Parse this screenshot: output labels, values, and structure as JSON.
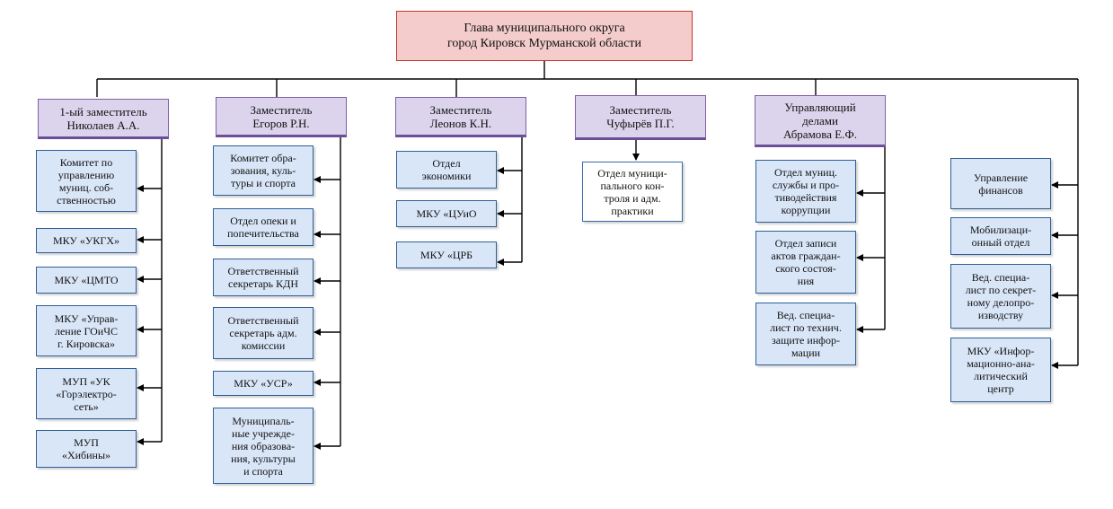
{
  "head": {
    "line1": "Глава муниципального округа",
    "line2": "город Кировск Мурманской области"
  },
  "deputies": [
    {
      "title": "1-ый заместитель\nНиколаев А.А.",
      "units": [
        "Комитет по\nуправлению\nмуниц. соб-\nственностью",
        "МКУ «УКГХ»",
        "МКУ «ЦМТО",
        "МКУ «Управ-\nление ГОиЧС\nг. Кировска»",
        "МУП «УК\n«Горэлектро-\nсеть»",
        "МУП\n«Хибины»"
      ]
    },
    {
      "title": "Заместитель\nЕгоров Р.Н.",
      "units": [
        "Комитет обра-\nзования, куль-\nтуры и спорта",
        "Отдел опеки и\nпопечительства",
        "Ответственный\nсекретарь КДН",
        "Ответственный\nсекретарь адм.\nкомиссии",
        "МКУ «УСР»",
        "Муниципаль-\nные учрежде-\nния образова-\nния, культуры\nи спорта"
      ]
    },
    {
      "title": "Заместитель\nЛеонов К.Н.",
      "units": [
        "Отдел\nэкономики",
        "МКУ «ЦУиО",
        "МКУ «ЦРБ"
      ]
    },
    {
      "title": "Заместитель\nЧуфырёв П.Г.",
      "units": [
        "Отдел муници-\nпального кон-\nтроля и адм.\nпрактики"
      ]
    },
    {
      "title": "Управляющий\nделами\nАбрамова Е.Ф.",
      "units": [
        "Отдел муниц.\nслужбы и про-\nтиводействия\nкоррупции",
        "Отдел записи\nактов граждан-\nского состоя-\nния",
        "Вед. специа-\nлист по технич.\nзащите инфор-\nмации"
      ]
    }
  ],
  "direct_units": [
    "Управление\nфинансов",
    "Мобилизаци-\nонный отдел",
    "Вед. специа-\nлист по секрет-\nному делопро-\nизводству",
    "МКУ «Инфор-\nмационно-ана-\nлитический\nцентр"
  ]
}
